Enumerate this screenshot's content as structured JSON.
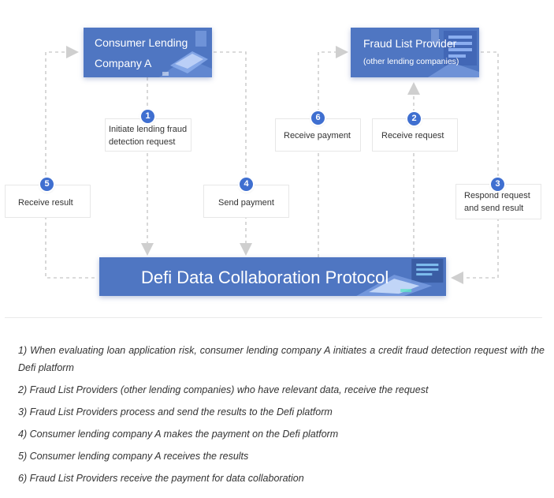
{
  "diagram": {
    "consumer": {
      "line1": "Consumer Lending",
      "line2": "Company A"
    },
    "provider": {
      "line1": "Fraud List Provider",
      "line2": "(other lending companies)"
    },
    "protocol": {
      "title": "Defi Data Collaboration Protocol"
    },
    "steps": {
      "s1": {
        "num": "1",
        "line1": "Initiate lending fraud",
        "line2": "detection request"
      },
      "s2": {
        "num": "2",
        "line1": "Receive request"
      },
      "s3": {
        "num": "3",
        "line1": "Respond request",
        "line2": "and send result"
      },
      "s4": {
        "num": "4",
        "line1": "Send payment"
      },
      "s5": {
        "num": "5",
        "line1": "Receive result"
      },
      "s6": {
        "num": "6",
        "line1": "Receive payment"
      }
    }
  },
  "notes": [
    "1) When evaluating loan application risk, consumer lending company A initiates a credit fraud detection request with the Defi platform",
    "2) Fraud List Providers (other lending companies) who have relevant data, receive the request",
    "3) Fraud List Providers process and send the results to the Defi platform",
    "4) Consumer lending company A makes the payment on the Defi platform",
    "5) Consumer lending company A receives the results",
    "6) Fraud List Providers receive the payment for data collaboration"
  ],
  "colors": {
    "box_blue": "#4f76c2",
    "badge_blue": "#3f6fd0",
    "connector_gray": "#cfcfcf"
  }
}
